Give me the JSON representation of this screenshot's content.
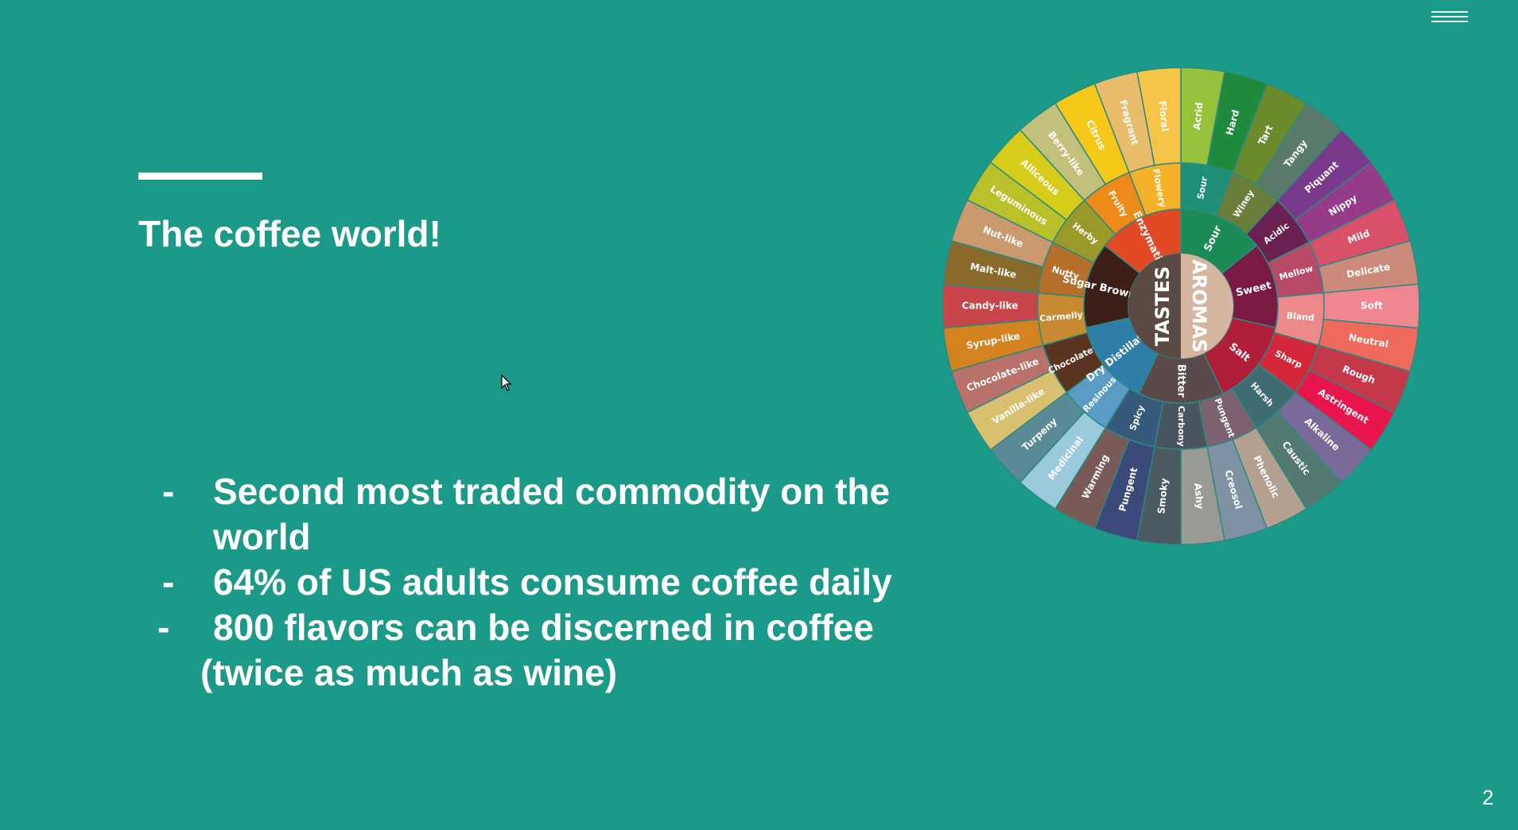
{
  "slide": {
    "title": "The coffee world!",
    "bullets": [
      {
        "dash": "-",
        "line1": "Second most traded commodity on the",
        "line2": "world"
      },
      {
        "dash": "-",
        "line1": "64% of US adults consume coffee daily",
        "line2": ""
      },
      {
        "dash": "-",
        "line1": "800 flavors can be discerned in coffee",
        "line2": "(twice as much as wine)"
      }
    ],
    "page_number": "2",
    "background_color": "#1b9a89"
  },
  "wheel": {
    "center_left": "TASTES",
    "center_right": "AROMAS",
    "inner": [
      {
        "label": "Sour",
        "color": "#1b8a54",
        "span": 1
      },
      {
        "label": "Sweet",
        "color": "#7b1a44",
        "span": 1
      },
      {
        "label": "Salt",
        "color": "#b01e3a",
        "span": 1
      },
      {
        "label": "Bitter",
        "color": "#5b4a4c",
        "span": 1
      },
      {
        "label": "Dry Distillation",
        "color": "#2f7ea8",
        "span": 1
      },
      {
        "label": "Sugar Browning",
        "color": "#3c2018",
        "span": 1
      },
      {
        "label": "Enzymatic",
        "color": "#e24a26",
        "span": 1
      }
    ],
    "middle": [
      {
        "label": "Sour",
        "color": "#1f8f78"
      },
      {
        "label": "Winey",
        "color": "#6b7d3a"
      },
      {
        "label": "Acidic",
        "color": "#6a2050"
      },
      {
        "label": "Mellow",
        "color": "#b84a68"
      },
      {
        "label": "Bland",
        "color": "#ec8a8a"
      },
      {
        "label": "Sharp",
        "color": "#d4283a"
      },
      {
        "label": "Harsh",
        "color": "#3e6c72"
      },
      {
        "label": "Pungent",
        "color": "#7c6270"
      },
      {
        "label": "Carbony",
        "color": "#4a5560"
      },
      {
        "label": "Spicy",
        "color": "#355a7c"
      },
      {
        "label": "Resinous",
        "color": "#5a9cc4"
      },
      {
        "label": "Chocolatey",
        "color": "#5a3420"
      },
      {
        "label": "Carmelly",
        "color": "#c88a30"
      },
      {
        "label": "Nutty",
        "color": "#b56f2a"
      },
      {
        "label": "Herby",
        "color": "#9a9a2a"
      },
      {
        "label": "Fruity",
        "color": "#ee8a1a"
      },
      {
        "label": "Flowery",
        "color": "#f6b12a"
      }
    ],
    "outer": [
      {
        "label": "Acrid",
        "color": "#95c23a"
      },
      {
        "label": "Hard",
        "color": "#1f8a3c"
      },
      {
        "label": "Tart",
        "color": "#6b8a2c"
      },
      {
        "label": "Tangy",
        "color": "#5c7a6a"
      },
      {
        "label": "Piquant",
        "color": "#7a3a8c"
      },
      {
        "label": "Nippy",
        "color": "#963a8a"
      },
      {
        "label": "Mild",
        "color": "#d8506a"
      },
      {
        "label": "Delicate",
        "color": "#cc8a7a"
      },
      {
        "label": "Soft",
        "color": "#f08690"
      },
      {
        "label": "Neutral",
        "color": "#ee6a5c"
      },
      {
        "label": "Rough",
        "color": "#c4384a"
      },
      {
        "label": "Astringent",
        "color": "#e8164c"
      },
      {
        "label": "Alkaline",
        "color": "#7a6a9a"
      },
      {
        "label": "Caustic",
        "color": "#527a72"
      },
      {
        "label": "Phenolic",
        "color": "#b4a090"
      },
      {
        "label": "Creosol",
        "color": "#7e92a4"
      },
      {
        "label": "Ashy",
        "color": "#9a9a94"
      },
      {
        "label": "Smoky",
        "color": "#4a5a60"
      },
      {
        "label": "Pungent",
        "color": "#3c4a7a"
      },
      {
        "label": "Warming",
        "color": "#7a5a56"
      },
      {
        "label": "Medicinal",
        "color": "#9acadc"
      },
      {
        "label": "Turpeny",
        "color": "#5a8a96"
      },
      {
        "label": "Vanilla-like",
        "color": "#d8c070"
      },
      {
        "label": "Chocolate-like",
        "color": "#b8726a"
      },
      {
        "label": "Syrup-like",
        "color": "#d2821e"
      },
      {
        "label": "Candy-like",
        "color": "#c8464a"
      },
      {
        "label": "Malt-like",
        "color": "#8a6a2a"
      },
      {
        "label": "Nut-like",
        "color": "#c89a6e"
      },
      {
        "label": "Leguminous",
        "color": "#b8c02a"
      },
      {
        "label": "Alliceous",
        "color": "#d8cc1a"
      },
      {
        "label": "Berry-like",
        "color": "#c2c07a"
      },
      {
        "label": "Citrus",
        "color": "#f6c81a"
      },
      {
        "label": "Fragrant",
        "color": "#e8bc6a"
      },
      {
        "label": "Floral",
        "color": "#f6c446"
      }
    ]
  }
}
